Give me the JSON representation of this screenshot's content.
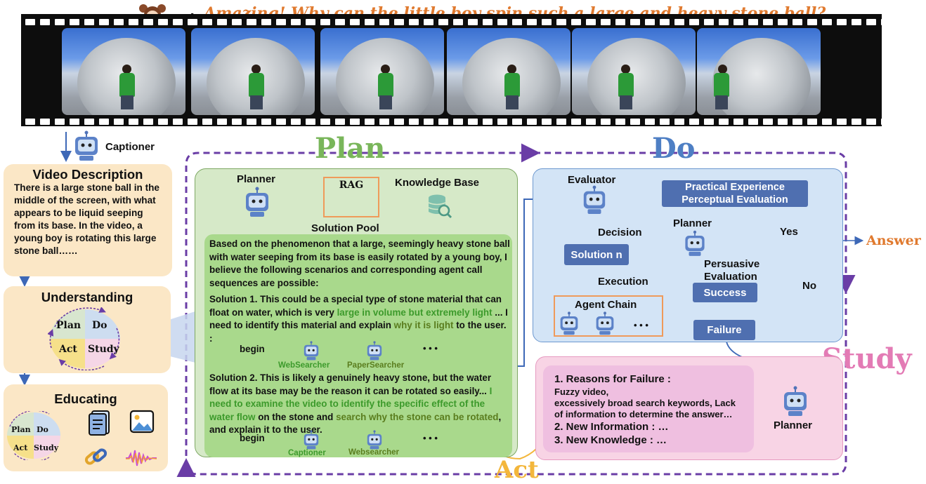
{
  "question": "Amazing! Why can the little boy spin such a large and heavy stone ball?",
  "question_colon": ":",
  "captioner_label": "Captioner",
  "video_description": {
    "title": "Video Description",
    "body": "There is a large stone ball in the middle of the screen, with what appears to be liquid seeping from its base. In the video, a young boy is rotating this large stone ball……"
  },
  "understanding": {
    "title": "Understanding",
    "quadrants": [
      "Plan",
      "Do",
      "Act",
      "Study"
    ]
  },
  "educating": {
    "title": "Educating",
    "quadrants": [
      "Plan",
      "Do",
      "Act",
      "Study"
    ],
    "icons": [
      "document-icon",
      "image-icon",
      "link-icon",
      "audio-wave-icon"
    ]
  },
  "phases": {
    "plan": "Plan",
    "do": "Do",
    "study": "Study",
    "act": "Act"
  },
  "plan_panel": {
    "planner": "Planner",
    "rag": "RAG",
    "knowledge_base": "Knowledge Base",
    "solution_pool": "Solution Pool",
    "intro": "Based on the phenomenon that a large, seemingly heavy stone ball with water seeping from its base is easily rotated by a young boy, I believe the following scenarios and corresponding agent call sequences are possible:",
    "s1_a": "Solution 1. This could be a special type of stone material that can float on water, which is very ",
    "s1_hl1": "large in volume but extremely light",
    "s1_b": " ... I need to identify this material and explain ",
    "s1_hl2": "why it is light",
    "s1_c": " to the user. :",
    "seq1_begin": "begin",
    "seq1_agents": [
      "WebSearcher",
      "PaperSearcher"
    ],
    "seq1_dots": "• • •",
    "s2_a": "Solution 2. This is likely a genuinely heavy stone, but the water flow at its base may be the reason it can be rotated so easily... ",
    "s2_hl1": "I need to examine the video to identify the specific effect of the water flow",
    "s2_b": " on the stone and ",
    "s2_hl2": "search why the stone can be rotated",
    "s2_c": ", and explain it to the user.",
    "seq2_begin": "begin",
    "seq2_agents": [
      "Captioner",
      "Websearcher"
    ],
    "seq2_dots": "• • •"
  },
  "do_panel": {
    "evaluator": "Evaluator",
    "practical_1": "Practical Experience",
    "practical_2": "Perceptual Evaluation",
    "decision": "Decision",
    "solution_n": "Solution n",
    "execution": "Execution",
    "agent_chain": "Agent Chain",
    "chain_dots": "• • •",
    "planner": "Planner",
    "persuasive_1": "Persuasive",
    "persuasive_2": "Evaluation",
    "success": "Success",
    "failure": "Failure",
    "yes": "Yes",
    "no": "No",
    "answer": "Answer"
  },
  "study_panel": {
    "reasons_title": "1. Reasons for Failure :",
    "reasons_body_1": "Fuzzy video,",
    "reasons_body_2": "excessively broad search keywords, Lack",
    "reasons_body_3": "of information to determine the answer…",
    "new_info": "2.  New Information : …",
    "new_knowledge": "3.  New Knowledge : …",
    "planner": "Planner"
  },
  "colors": {
    "plan": "#79b65a",
    "do": "#4e7fc4",
    "study": "#e37bb5",
    "act": "#f3b63b",
    "question": "#e07a2f",
    "loop": "#6a3da6",
    "arrow": "#3d68b7"
  }
}
